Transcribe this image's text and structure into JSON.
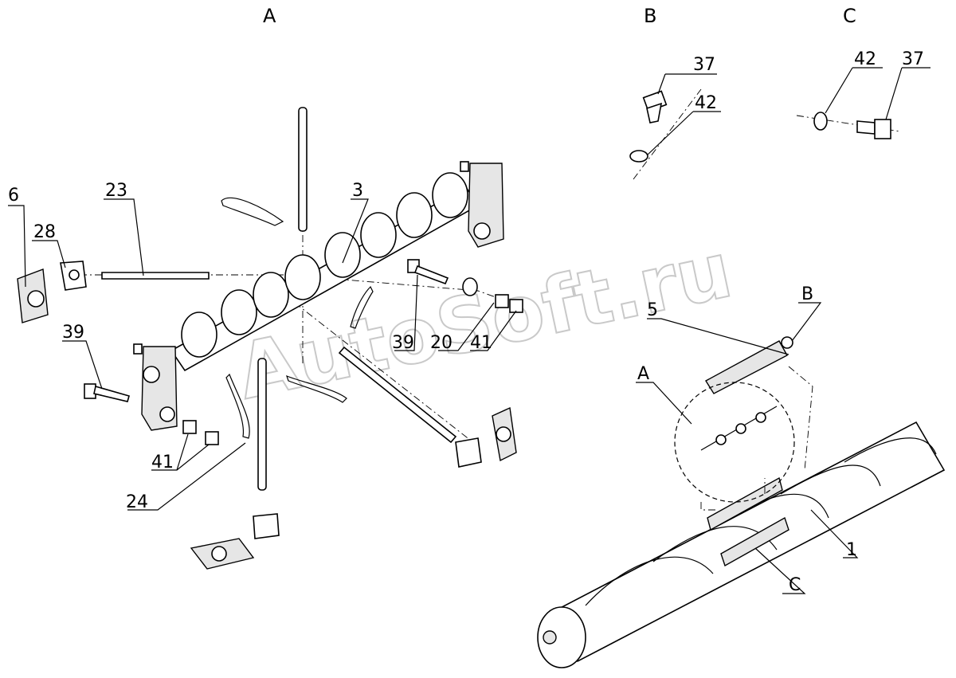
{
  "sections": {
    "a": "A",
    "b": "B",
    "c": "C"
  },
  "callouts": {
    "c1": "1",
    "c3": "3",
    "c5": "5",
    "c6": "6",
    "c20": "20",
    "c23": "23",
    "c24": "24",
    "c28": "28",
    "c39a": "39",
    "c39b": "39",
    "c41a": "41",
    "c41b": "41",
    "c37b": "37",
    "c42b": "42",
    "c42c": "42",
    "c37c": "37",
    "refA": "A",
    "refB": "B",
    "refC": "C"
  },
  "watermark": "AutoSoft.ru"
}
